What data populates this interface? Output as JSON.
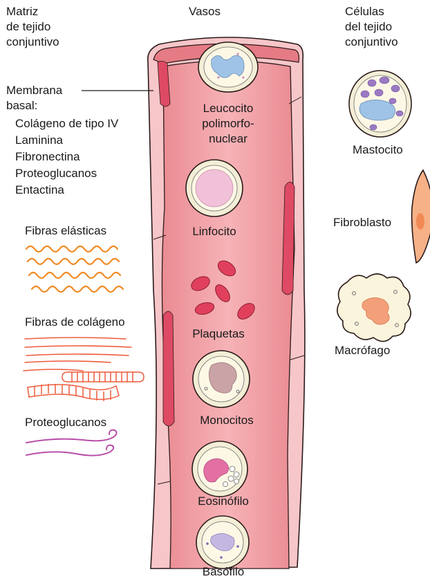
{
  "headers": {
    "matrix": [
      "Matriz",
      "de tejido",
      "conjuntivo"
    ],
    "vessels": "Vasos",
    "cells": [
      "Células",
      "del tejido",
      "conjuntivo"
    ]
  },
  "basement_membrane": {
    "title": [
      "Membrana",
      "basal:"
    ],
    "components": [
      "Colágeno de tipo IV",
      "Laminina",
      "Fibronectina",
      "Proteoglucanos",
      "Entactina"
    ]
  },
  "matrix_items": {
    "elastic": "Fibras elásticas",
    "collagen": "Fibras de colágeno",
    "proteoglycans": "Proteoglucanos"
  },
  "vessel_cells": {
    "leukocyte": [
      "Leucocito",
      "polimorfo-",
      "nuclear"
    ],
    "lymphocyte": "Linfocito",
    "platelets": "Plaquetas",
    "monocytes": "Monocitos",
    "eosinophil": "Eosinófilo",
    "basophil": "Basófilo"
  },
  "tissue_cells": {
    "mast": "Mastocito",
    "fibroblast": "Fibroblasto",
    "macrophage": "Macrófago"
  },
  "colors": {
    "vessel_wall": "#f7c3c6",
    "vessel_lumen": "#f2a2a6",
    "vessel_outline": "#2a1a1a",
    "nucleus_pink": "#e9a7c4",
    "nucleus_blue": "#9ec3e6",
    "nucleus_mauve": "#c9a3a6",
    "platelet": "#e04860",
    "elastic_fiber": "#f08a24",
    "collagen_fiber": "#ee5a3c",
    "proteoglycan": "#b84ea8",
    "cytoplasm": "#fbf4dc",
    "granule_purple": "#9b7ac4"
  }
}
